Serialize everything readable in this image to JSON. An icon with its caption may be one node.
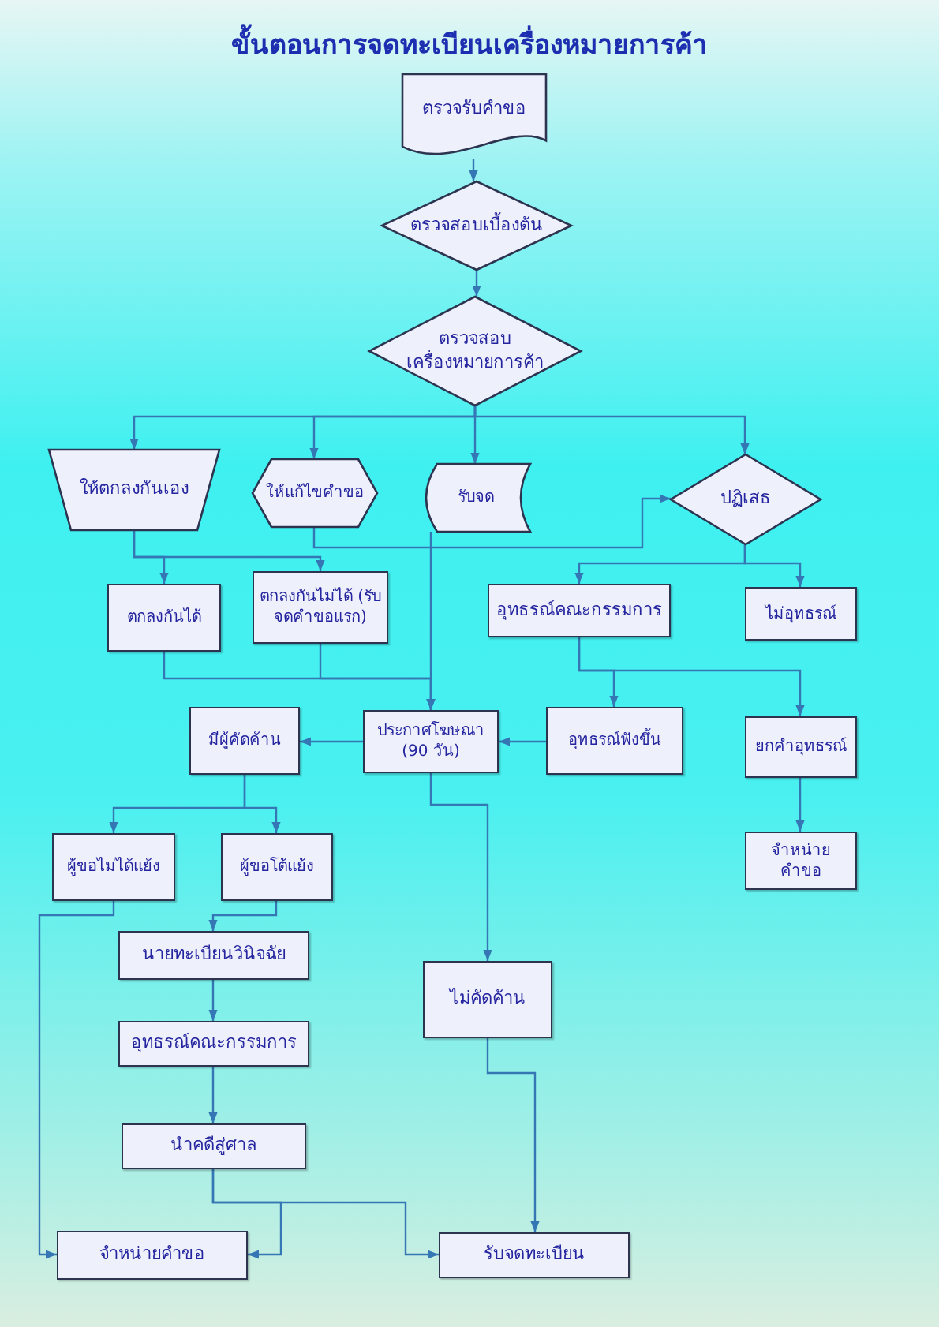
{
  "diagram": {
    "title": "ขั้นตอนการจดทะเบียนเครื่องหมายการค้า",
    "nodes": [
      {
        "text": [
          "ตรวจรับคำขอ"
        ]
      },
      {
        "text": [
          "ตรวจสอบเบื้องต้น"
        ]
      },
      {
        "text": [
          "ตรวจสอบเครื่องหมายการค้า"
        ]
      },
      {
        "text": [
          "ให้ตกลงกันเอง"
        ]
      },
      {
        "text": [
          "ให้แก้ไขคำขอ"
        ]
      },
      {
        "text": [
          "รับจด"
        ]
      },
      {
        "text": [
          "ปฏิเสธ"
        ]
      },
      {
        "text": [
          "ตกลงกันได้"
        ]
      },
      {
        "text": [
          "ตกลงกันไม่ได้ (รับจดคำขอแรก)"
        ]
      },
      {
        "text": [
          "อุทธรณ์คณะกรรมการ"
        ]
      },
      {
        "text": [
          "ไม่อุทธรณ์"
        ]
      },
      {
        "text": [
          "มีผู้คัดค้าน"
        ]
      },
      {
        "text": [
          "ประกาศโฆษณา (90 วัน)"
        ]
      },
      {
        "text": [
          "อุทธรณ์ฟังขึ้น"
        ]
      },
      {
        "text": [
          "ยกคำอุทธรณ์"
        ]
      },
      {
        "text": [
          "จำหน่ายคำขอ"
        ]
      },
      {
        "text": [
          "ผู้ขอไม่ได้แย้ง"
        ]
      },
      {
        "text": [
          "ผู้ขอโต้แย้ง"
        ]
      },
      {
        "text": [
          "นายทะเบียนวินิจฉัย"
        ]
      },
      {
        "text": [
          "ไม่คัดค้าน"
        ]
      },
      {
        "text": [
          "อุทธรณ์คณะกรรมการ"
        ]
      },
      {
        "text": [
          "นำคดีสู่ศาล"
        ]
      },
      {
        "text": [
          "จำหน่ายคำขอ"
        ]
      },
      {
        "text": [
          "รับจดทะเบียน"
        ]
      }
    ],
    "edges": [
      {
        "from": 0,
        "to": 1,
        "arrow": "to"
      },
      {
        "from": 1,
        "to": 2,
        "arrow": "to"
      },
      {
        "from": 2,
        "to": 3,
        "arrow": "to"
      },
      {
        "from": 2,
        "to": 4,
        "arrow": "to"
      },
      {
        "from": 2,
        "to": 5,
        "arrow": "to"
      },
      {
        "from": 2,
        "to": 6,
        "arrow": "to"
      },
      {
        "from": 4,
        "to": 6,
        "arrow": "to"
      },
      {
        "from": 3,
        "to": 7,
        "arrow": "to"
      },
      {
        "from": 3,
        "to": 8,
        "arrow": "to"
      },
      {
        "from": 5,
        "to": 12,
        "arrow": "to"
      },
      {
        "from": 7,
        "to": 12,
        "arrow": "to"
      },
      {
        "from": 8,
        "to": 12,
        "arrow": "to"
      },
      {
        "from": 6,
        "to": 9,
        "arrow": "to"
      },
      {
        "from": 6,
        "to": 10,
        "arrow": "to"
      },
      {
        "from": 9,
        "to": 13,
        "arrow": "to"
      },
      {
        "from": 9,
        "to": 14,
        "arrow": "to"
      },
      {
        "from": 13,
        "to": 12,
        "arrow": "to"
      },
      {
        "from": 12,
        "to": 11,
        "arrow": "to"
      },
      {
        "from": 12,
        "to": 19,
        "arrow": "to"
      },
      {
        "from": 11,
        "to": 16,
        "arrow": "to"
      },
      {
        "from": 11,
        "to": 17,
        "arrow": "to"
      },
      {
        "from": 14,
        "to": 15,
        "arrow": "to"
      },
      {
        "from": 16,
        "to": 22,
        "arrow": "to"
      },
      {
        "from": 17,
        "to": 18,
        "arrow": "to"
      },
      {
        "from": 18,
        "to": 20,
        "arrow": "to"
      },
      {
        "from": 20,
        "to": 21,
        "arrow": "to"
      },
      {
        "from": 21,
        "to": 22,
        "arrow": "to"
      },
      {
        "from": 21,
        "to": 23,
        "arrow": "to"
      },
      {
        "from": 19,
        "to": 23,
        "arrow": "to"
      }
    ]
  }
}
